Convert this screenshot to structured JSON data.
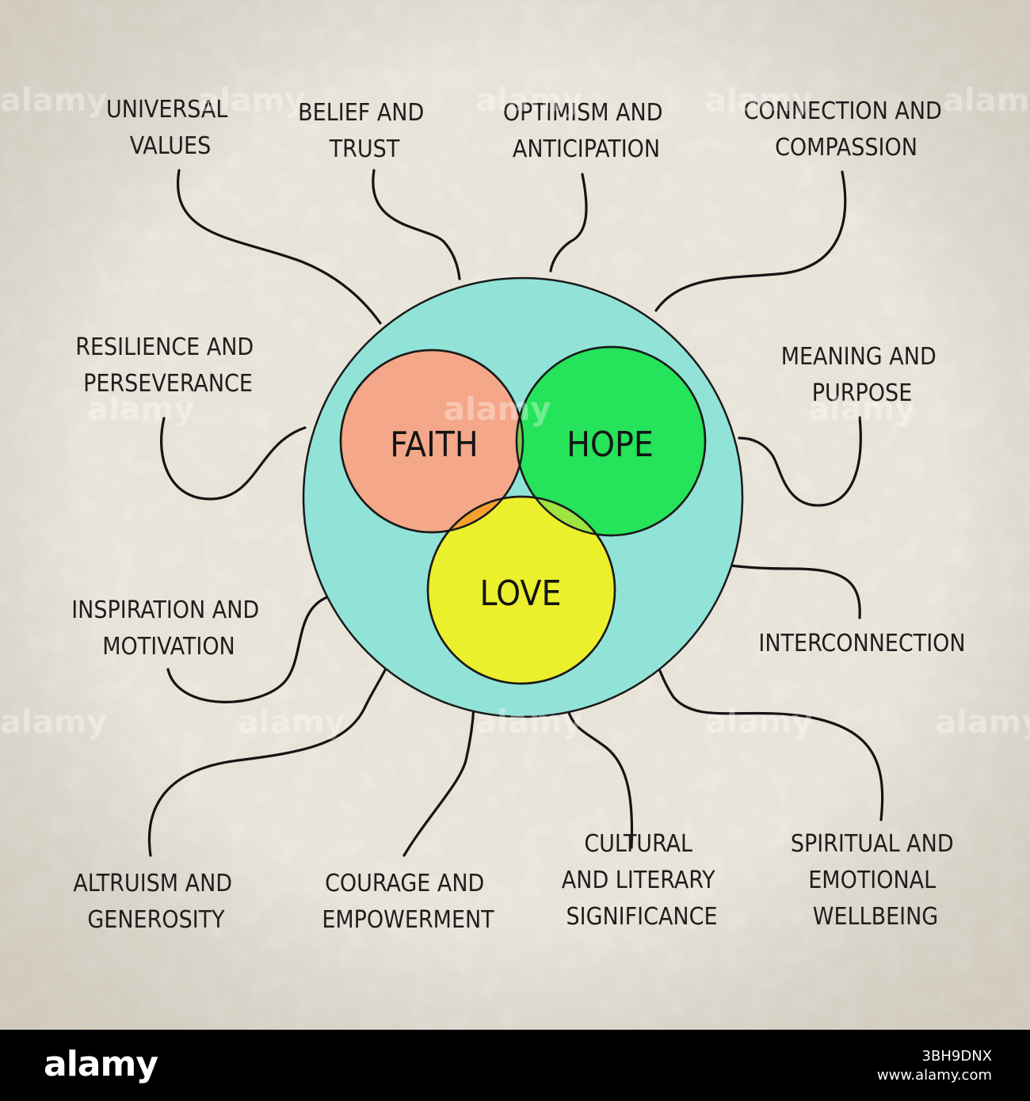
{
  "diagram": {
    "circles": {
      "faith": {
        "label": "FAITH",
        "color": "#f4a789"
      },
      "hope": {
        "label": "HOPE",
        "color": "#25e35a"
      },
      "love": {
        "label": "LOVE",
        "color": "#ecf02c"
      },
      "outer": {
        "color": "#92e3d7"
      }
    },
    "labels": {
      "universal_values": [
        "UNIVERSAL",
        "VALUES"
      ],
      "belief_trust": [
        "BELIEF AND",
        "TRUST"
      ],
      "optimism": [
        "OPTIMISM AND",
        "ANTICIPATION"
      ],
      "connection": [
        "CONNECTION AND",
        "COMPASSION"
      ],
      "resilience": [
        "RESILIENCE AND",
        "PERSEVERANCE"
      ],
      "meaning": [
        "MEANING AND",
        "PURPOSE"
      ],
      "inspiration": [
        "INSPIRATION AND",
        "MOTIVATION"
      ],
      "interconnection": [
        "INTERCONNECTION"
      ],
      "altruism": [
        "ALTRUISM AND",
        "GENEROSITY"
      ],
      "courage": [
        "COURAGE AND",
        "EMPOWERMENT"
      ],
      "cultural": [
        "CULTURAL",
        "AND LITERARY",
        "SIGNIFICANCE"
      ],
      "spiritual": [
        "SPIRITUAL AND",
        "EMOTIONAL",
        "WELLBEING"
      ]
    }
  },
  "watermark": "alamy",
  "footer": {
    "logo": "alamy",
    "image_id": "3BH9DNX",
    "site": "www.alamy.com"
  }
}
